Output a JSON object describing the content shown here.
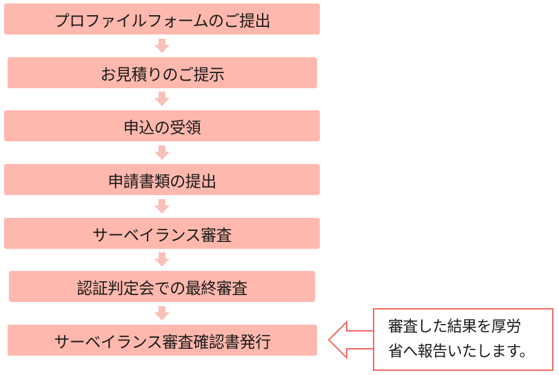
{
  "steps": [
    {
      "label": "プロファイルフォームのご提出"
    },
    {
      "label": "お見積りのご提示"
    },
    {
      "label": "申込の受領"
    },
    {
      "label": "申請書類の提出"
    },
    {
      "label": "サーベイランス審査"
    },
    {
      "label": "認証判定会での最終審査"
    },
    {
      "label": "サーベイランス審査確認書発行"
    }
  ],
  "callout": {
    "line1": "審査した結果を厚労",
    "line2": "省へ報告いたします。"
  },
  "colors": {
    "step_fill": "#ffb8ad",
    "flow_arrow": "#f9c0b8",
    "callout_border": "#f26a62"
  }
}
